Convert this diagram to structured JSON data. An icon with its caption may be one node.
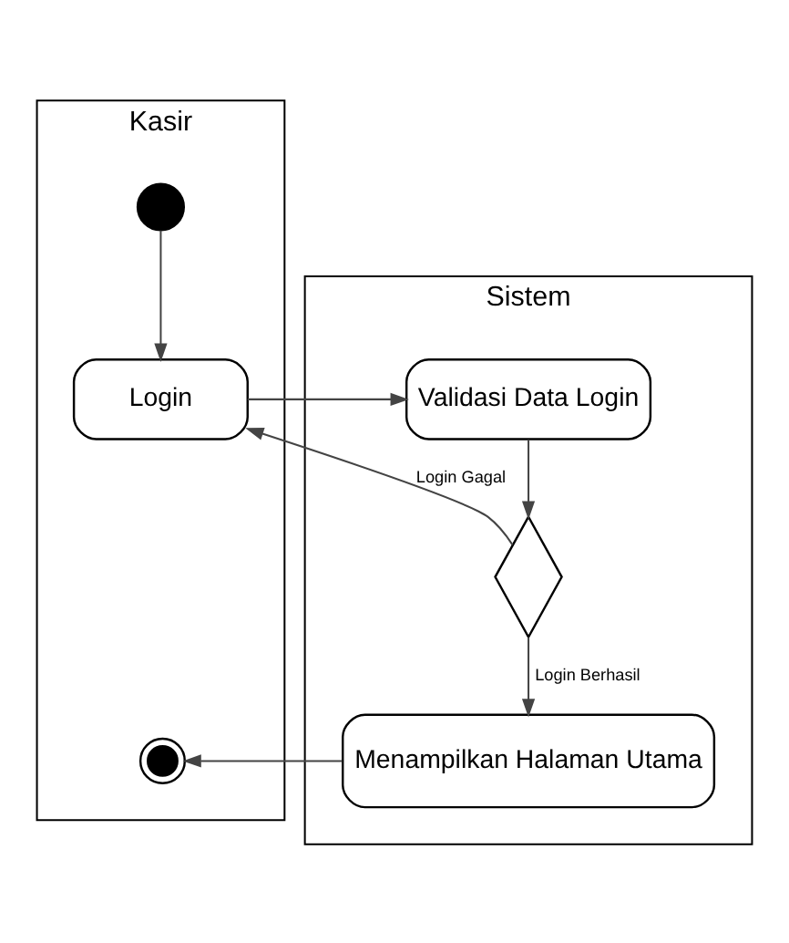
{
  "diagram": {
    "nodes": [
      {
        "text": [
          "Kasir"
        ]
      },
      {
        "text": [
          "Sistem"
        ]
      },
      {
        "text": [],
        "shape": "circle",
        "in": 0
      },
      {
        "text": [
          "Login"
        ],
        "in": 0
      },
      {
        "text": [
          "Validasi Data Login"
        ],
        "in": 1
      },
      {
        "text": [],
        "shape": "diamond",
        "in": 1
      },
      {
        "text": [
          "Menampilkan Halaman Utama"
        ],
        "in": 1
      },
      {
        "text": [],
        "shape": "circle",
        "in": 0
      }
    ],
    "edges": [
      {
        "from": 2,
        "to": 3,
        "arrow": "to"
      },
      {
        "from": 3,
        "to": 4,
        "arrow": "to"
      },
      {
        "from": 4,
        "to": 5,
        "arrow": "to"
      },
      {
        "from": 5,
        "to": 3,
        "arrow": "to",
        "label": "Login Gagal"
      },
      {
        "from": 5,
        "to": 6,
        "arrow": "to",
        "label": "Login Berhasil"
      },
      {
        "from": 6,
        "to": 7,
        "arrow": "to"
      }
    ]
  }
}
